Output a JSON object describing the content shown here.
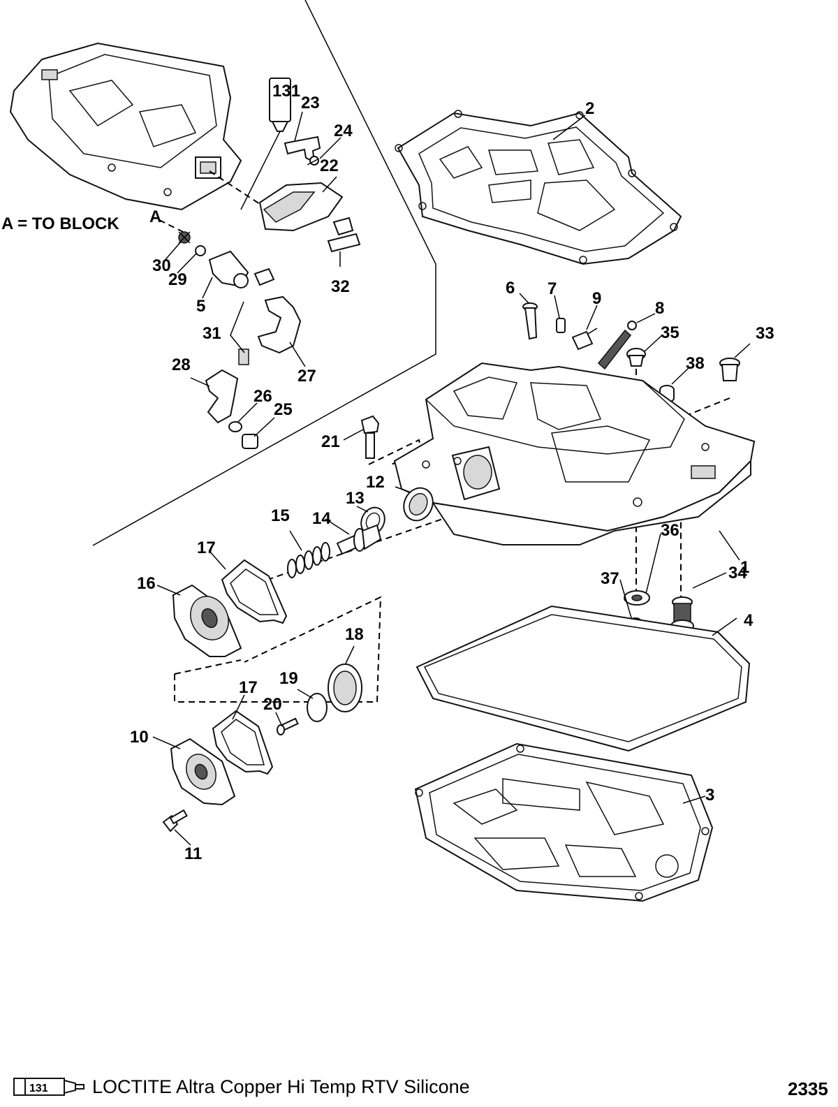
{
  "note": "A = TO BLOCK",
  "reference_letter": "A",
  "tube_number": "131",
  "legend": {
    "tube_number": "131",
    "text": "LOCTITE Altra Copper Hi Temp RTV Silicone"
  },
  "figure_number": "2335",
  "part_labels": {
    "p1": "1",
    "p2": "2",
    "p3": "3",
    "p4": "4",
    "p5": "5",
    "p6": "6",
    "p7": "7",
    "p8": "8",
    "p9": "9",
    "p10": "10",
    "p11": "11",
    "p12": "12",
    "p13": "13",
    "p14": "14",
    "p15": "15",
    "p16": "16",
    "p17a": "17",
    "p17b": "17",
    "p18": "18",
    "p19": "19",
    "p20": "20",
    "p21": "21",
    "p22": "22",
    "p23": "23",
    "p24": "24",
    "p25": "25",
    "p26": "26",
    "p27": "27",
    "p28": "28",
    "p29": "29",
    "p30": "30",
    "p31": "31",
    "p32": "32",
    "p33": "33",
    "p34": "34",
    "p35": "35",
    "p36": "36",
    "p37": "37",
    "p38": "38"
  }
}
